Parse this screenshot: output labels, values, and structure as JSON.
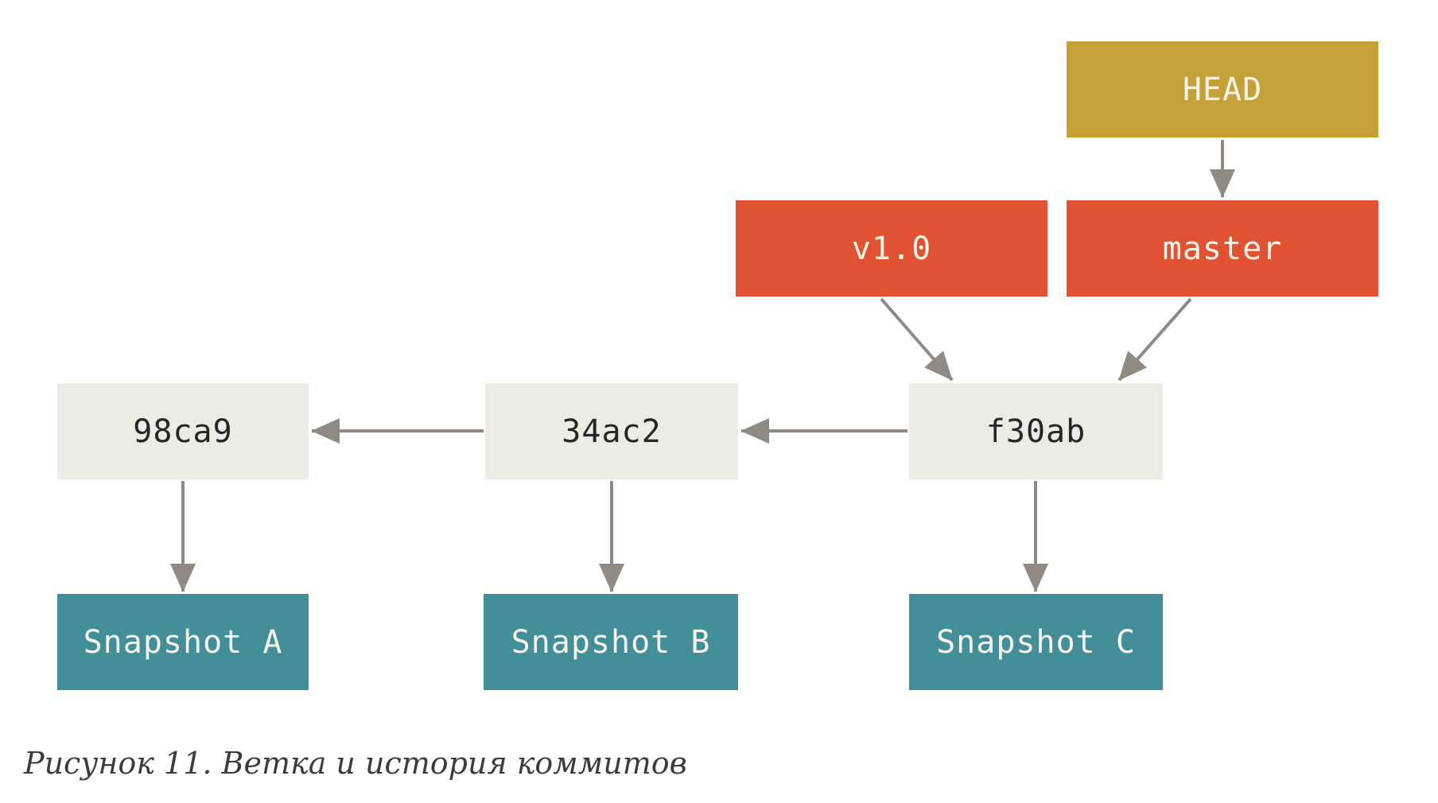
{
  "figure": {
    "head": {
      "label": "HEAD"
    },
    "tag": {
      "label": "v1.0"
    },
    "branch": {
      "label": "master"
    },
    "commits": [
      {
        "id": "98ca9"
      },
      {
        "id": "34ac2"
      },
      {
        "id": "f30ab"
      }
    ],
    "snapshots": [
      {
        "label": "Snapshot A"
      },
      {
        "label": "Snapshot B"
      },
      {
        "label": "Snapshot C"
      }
    ],
    "colors": {
      "head_bg": "#c4a036",
      "branch_bg": "#e15233",
      "commit_bg": "#edebe3",
      "snapshot_bg": "#428e99",
      "arrow": "#918a82",
      "light_text": "#f5f2ea",
      "commit_text": "#262626",
      "caption_text": "#3c3c3c"
    }
  },
  "caption": "Рисунок 11. Ветка и история коммитов"
}
